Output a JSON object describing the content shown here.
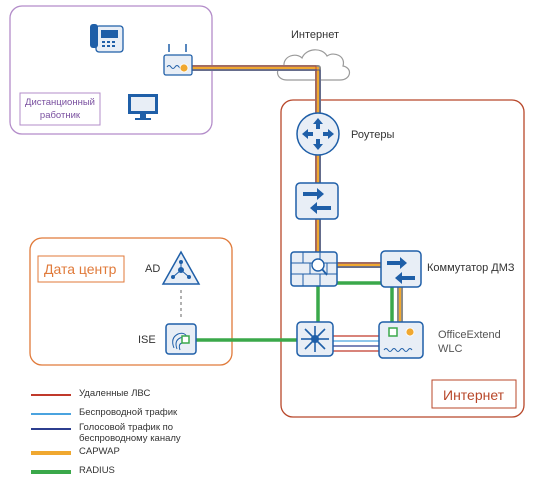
{
  "labels": {
    "internet_cloud": "Интернет",
    "remote_worker": "Дистанционный работник",
    "routers": "Роутеры",
    "dmz_switch": "Коммутатор ДМЗ",
    "datacenter": "Дата центр",
    "ad": "AD",
    "ise": "ISE",
    "officeextend_wlc": "OfficeExtend WLC",
    "internet_box": "Интернет"
  },
  "legend": [
    {
      "label": "Удаленные ЛВС",
      "color": "#c0392b",
      "width": 1.5
    },
    {
      "label": "Беспроводной трафик",
      "color": "#4aa3df",
      "width": 1.5
    },
    {
      "label": "Голосовой трафик по беспроводному каналу",
      "color": "#2c3e8f",
      "width": 1.5
    },
    {
      "label": "CAPWAP",
      "color": "#f0a830",
      "width": 4
    },
    {
      "label": "RADIUS",
      "color": "#3aa84a",
      "width": 4
    }
  ],
  "colors": {
    "remote_box": "#b38cc9",
    "datacenter_box": "#e07a3a",
    "internet_box": "#b8472a",
    "device_blue": "#1f5fa8",
    "device_fill": "#e8eef6",
    "tunnel": "#8a8a8a"
  },
  "icons": {
    "ip_phone": "phone-icon",
    "ap": "access-point-icon",
    "monitor": "monitor-icon",
    "cloud": "cloud-icon",
    "router": "router-icon",
    "switch": "switch-icon",
    "firewall": "firewall-icon",
    "ad": "directory-icon",
    "ise": "fingerprint-icon",
    "core_switch": "core-switch-icon",
    "wlc": "wlc-icon"
  }
}
